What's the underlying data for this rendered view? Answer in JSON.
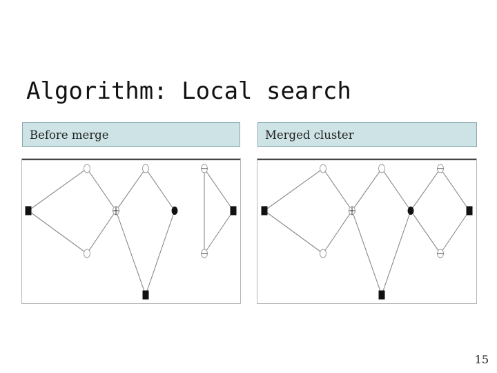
{
  "slide": {
    "title": "Algorithm: Local search",
    "page_number": "15"
  },
  "panels": {
    "left_label": "Before merge",
    "right_label": "Merged cluster"
  },
  "graphs": {
    "before": {
      "nodes": [
        {
          "id": "sq_left",
          "type": "square"
        },
        {
          "id": "o_top1",
          "type": "open-circle"
        },
        {
          "id": "o_bot1",
          "type": "open-circle"
        },
        {
          "id": "plus_mid",
          "type": "plus-circle"
        },
        {
          "id": "o_top2",
          "type": "open-circle"
        },
        {
          "id": "dot_right",
          "type": "filled-circle"
        },
        {
          "id": "sq_bottom",
          "type": "square"
        },
        {
          "id": "minus_top",
          "type": "minus-circle"
        },
        {
          "id": "minus_bot",
          "type": "minus-circle"
        },
        {
          "id": "sq_far",
          "type": "square"
        }
      ],
      "edges": [
        [
          "sq_left",
          "o_top1"
        ],
        [
          "sq_left",
          "o_bot1"
        ],
        [
          "o_top1",
          "plus_mid"
        ],
        [
          "o_bot1",
          "plus_mid"
        ],
        [
          "plus_mid",
          "o_top2"
        ],
        [
          "plus_mid",
          "sq_bottom"
        ],
        [
          "o_top2",
          "dot_right"
        ],
        [
          "dot_right",
          "sq_bottom"
        ],
        [
          "minus_top",
          "minus_bot"
        ],
        [
          "minus_top",
          "sq_far"
        ],
        [
          "minus_bot",
          "sq_far"
        ]
      ]
    },
    "merged": {
      "nodes": [
        {
          "id": "sq_left",
          "type": "square"
        },
        {
          "id": "o_top1",
          "type": "open-circle"
        },
        {
          "id": "o_bot1",
          "type": "open-circle"
        },
        {
          "id": "plus_mid",
          "type": "plus-circle"
        },
        {
          "id": "o_top2",
          "type": "open-circle"
        },
        {
          "id": "dot_right",
          "type": "filled-circle"
        },
        {
          "id": "sq_bottom",
          "type": "square"
        },
        {
          "id": "minus_top",
          "type": "minus-circle"
        },
        {
          "id": "minus_bot",
          "type": "minus-circle"
        },
        {
          "id": "sq_far",
          "type": "square"
        }
      ],
      "edges": [
        [
          "sq_left",
          "o_top1"
        ],
        [
          "sq_left",
          "o_bot1"
        ],
        [
          "o_top1",
          "plus_mid"
        ],
        [
          "o_bot1",
          "plus_mid"
        ],
        [
          "plus_mid",
          "o_top2"
        ],
        [
          "plus_mid",
          "sq_bottom"
        ],
        [
          "o_top2",
          "dot_right"
        ],
        [
          "dot_right",
          "sq_bottom"
        ],
        [
          "dot_right",
          "minus_top"
        ],
        [
          "dot_right",
          "minus_bot"
        ],
        [
          "minus_top",
          "sq_far"
        ],
        [
          "minus_bot",
          "sq_far"
        ]
      ]
    }
  },
  "colors": {
    "label_bg": "#cde3e6",
    "edge": "#888888",
    "node_dark": "#111111"
  }
}
